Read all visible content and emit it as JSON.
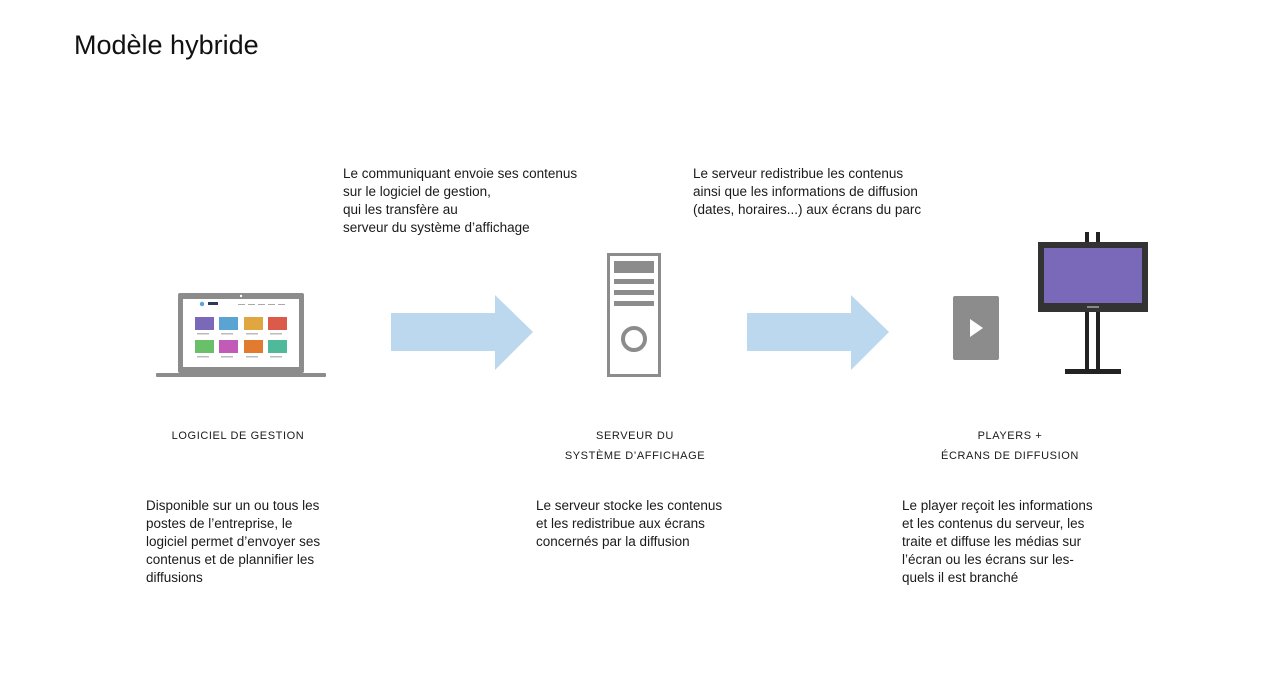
{
  "title": "Modèle hybride",
  "flows": {
    "left": "Le communiquant envoie ses contenus\nsur le logiciel de gestion,\nqui les transfère au\nserveur du système d’affichage",
    "right": "Le serveur redistribue les contenus\nainsi que les informations de diffusion\n(dates, horaires...) aux écrans du parc"
  },
  "nodes": [
    {
      "caption": "LOGICIEL DE GESTION",
      "description": "Disponible sur un ou tous les\npostes de l’entreprise, le\nlogiciel permet d’envoyer ses\ncontenus et de plannifier les\ndiffusions"
    },
    {
      "caption": "SERVEUR DU\nSYSTÈME D’AFFICHAGE",
      "description": "Le serveur stocke les contenus\net les redistribue aux écrans\nconcernés par la diffusion"
    },
    {
      "caption": "PLAYERS +\nÉCRANS DE DIFFUSION",
      "description": "Le player reçoit les informations\net les contenus du serveur, les\ntraite et diffuse les médias sur\nl’écran ou les écrans sur les-\nquels il est branché"
    }
  ],
  "colors": {
    "arrow": "#bcd8ee",
    "device_gray": "#8c8c8c",
    "screen_purple": "#7a68b8",
    "tile_colors": [
      "#7a68b8",
      "#5aa4d4",
      "#e0a640",
      "#dc5a4a",
      "#6abf69",
      "#c25ab8",
      "#e27a30",
      "#4fba9a"
    ]
  },
  "icons": [
    "laptop-icon",
    "server-tower-icon",
    "player-box-icon",
    "display-screen-stand-icon",
    "arrow-right-icon"
  ]
}
